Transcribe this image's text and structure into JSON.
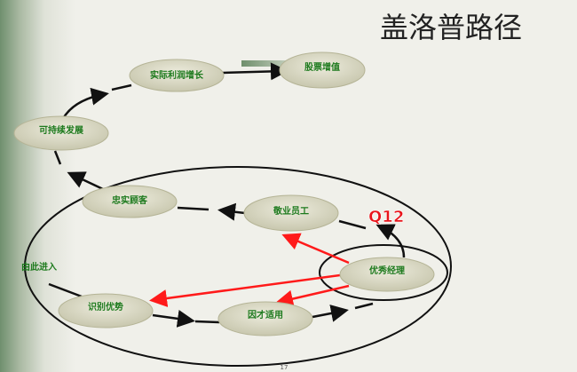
{
  "title": "盖洛普路径",
  "entry_label": "由此进入",
  "callout": "Q12",
  "page_number": "17",
  "nodes": {
    "profit_growth": "实际利润增长",
    "stock_value": "股票增值",
    "sustainable": "可持续发展",
    "loyal_customers": "忠实顾客",
    "engaged_employees": "敬业员工",
    "great_manager": "优秀经理",
    "identify_strengths": "识别优势",
    "right_fit": "因才适用"
  },
  "colors": {
    "node_text": "#1d7a1d",
    "callout": "#e8141b",
    "arrow_red": "#ff1a1a",
    "accent_bar": "#7b9a78"
  }
}
